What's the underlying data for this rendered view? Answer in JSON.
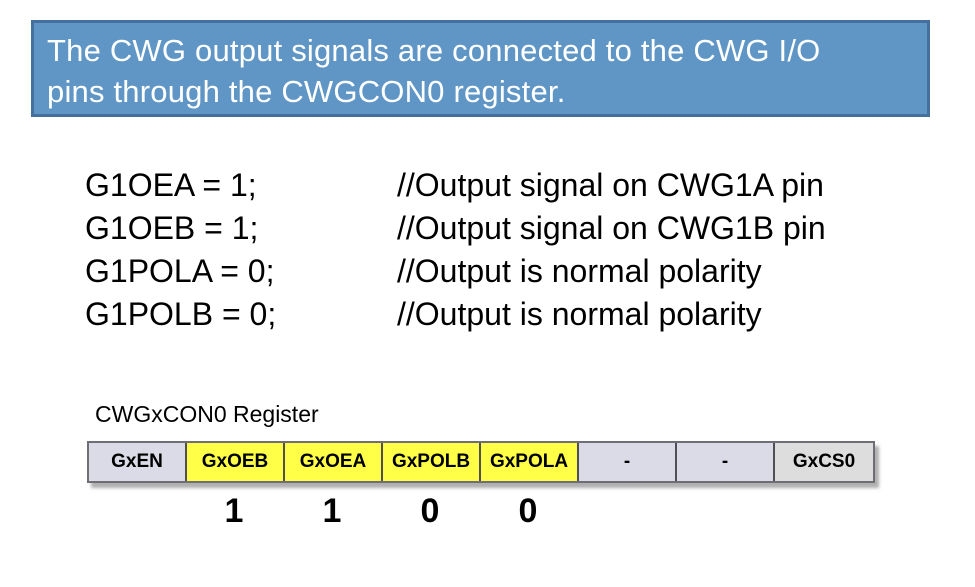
{
  "header": {
    "lines": [
      "The CWG output signals are connected to the CWG I/O",
      "pins through the CWGCON0 register."
    ],
    "bg_color": "#6096C6",
    "border_color": "#44709E",
    "text_color": "#FFFFFF"
  },
  "code_lines": [
    {
      "statement": "G1OEA = 1;",
      "comment": "//Output signal on CWG1A pin"
    },
    {
      "statement": "G1OEB = 1;",
      "comment": "//Output signal on CWG1B pin"
    },
    {
      "statement": "G1POLA = 0;",
      "comment": "//Output is normal polarity"
    },
    {
      "statement": "G1POLB = 0;",
      "comment": "//Output is normal polarity"
    }
  ],
  "register": {
    "title": "CWGxCON0 Register",
    "cells": [
      {
        "label": "GxEN",
        "highlighted": false
      },
      {
        "label": "GxOEB",
        "highlighted": true
      },
      {
        "label": "GxOEA",
        "highlighted": true
      },
      {
        "label": "GxPOLB",
        "highlighted": true
      },
      {
        "label": "GxPOLA",
        "highlighted": true
      },
      {
        "label": "-",
        "highlighted": false
      },
      {
        "label": "-",
        "highlighted": false
      },
      {
        "label": "GxCS0",
        "highlighted": false
      }
    ],
    "colors": {
      "highlight_yellow": "#FFFF47",
      "normal_lavender": "#DBDBE7",
      "end_gray": "#DDDDDD"
    },
    "values": [
      "1",
      "1",
      "0",
      "0"
    ]
  }
}
